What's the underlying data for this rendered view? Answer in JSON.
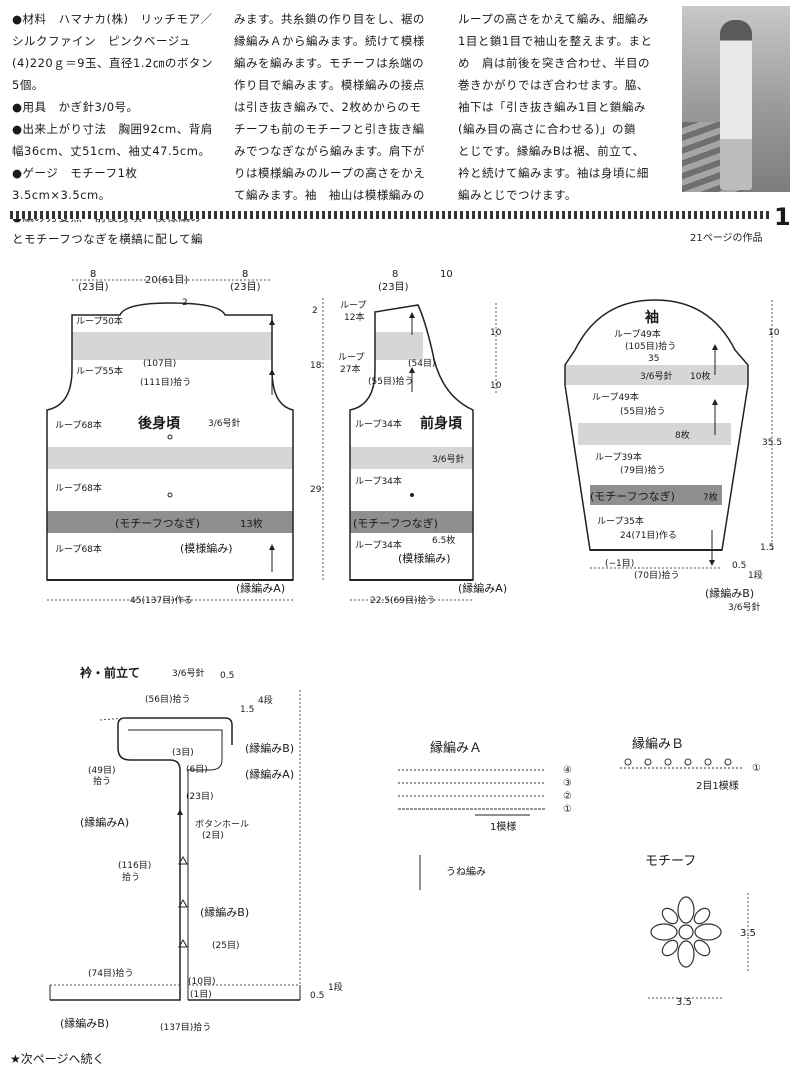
{
  "text_columns": {
    "col1": [
      "●材料　ハマナカ(株)　リッチモア／",
      "シルクファイン　ピンクベージュ",
      "(4)220ｇ＝9玉、直径1.2㎝のボタン5個。",
      "●用具　かぎ針3/0号。",
      "●出来上がり寸法　胸囲92cm、背肩",
      "幅36cm、丈51cm、袖丈47.5cm。",
      "●ゲージ　モチーフ1枚3.5cm×3.5cm。",
      "●編み方要点　前後身頃　模様編み",
      "とモチーフつなぎを横縞に配して編"
    ],
    "col2": [
      "みます。共糸鎖の作り目をし、裾の",
      "縁編みＡから編みます。続けて模様",
      "編みを編みます。モチーフは糸端の",
      "作り目で編みます。模様編みの接点",
      "は引き抜き編みで、2枚めからのモ",
      "チーフも前のモチーフと引き抜き編",
      "みでつなぎながら編みます。肩下が",
      "りは模様編みのループの高さをかえ",
      "て編みます。袖　袖山は模様編みの"
    ],
    "col3": [
      "ループの高さをかえて編み、細編み",
      "1目と鎖1目で袖山を整えます。まと",
      "め　肩は前後を突き合わせ、半目の",
      "巻きかがりではぎ合わせます。脇、",
      "袖下は「引き抜き編み1目と鎖編み",
      "(編み目の高さに合わせる)」の鎖",
      "とじです。縁編みBは裾、前立て、",
      "衿と続けて編みます。袖は身頃に細",
      "編みとじでつけます。"
    ]
  },
  "header": {
    "page_number": "1",
    "works_label": "21ページの作品"
  },
  "back": {
    "title": "後身頃",
    "needle": "3/6号針",
    "top_dims": [
      "8",
      "(23目)",
      "20(61目)",
      "8",
      "(23目)"
    ],
    "neck": "2",
    "loops": [
      "ループ50本",
      "ループ55本",
      "ループ68本",
      "ループ68本",
      "ループ68本"
    ],
    "counts": [
      "(107目)",
      "(111目)拾う"
    ],
    "motif": "(モチーフつなぎ)",
    "motif_count": "13枚",
    "pattern": "(模様編み)",
    "edging": "(縁編みA)",
    "bottom": "45(137目)作る",
    "heights": [
      "2",
      "18",
      "29"
    ]
  },
  "front": {
    "title": "前身頃",
    "needle": "3/6号針",
    "top_dims": [
      "8",
      "(23目)",
      "10"
    ],
    "loops": [
      "ループ",
      "12本",
      "ループ",
      "27本",
      "ループ34本",
      "ループ34本",
      "ループ34本"
    ],
    "counts": [
      "(54目)",
      "(55目)拾う"
    ],
    "motif": "(モチーフつなぎ)",
    "motif_count": "6.5枚",
    "pattern": "(模様編み)",
    "edging": "(縁編みA)",
    "bottom": "22.5(69目)拾う",
    "heights": [
      "10",
      "10"
    ]
  },
  "sleeve": {
    "title": "袖",
    "loops": [
      "ループ49本",
      "ループ49本",
      "ループ39本",
      "ループ35本"
    ],
    "counts": [
      "(105目)拾う",
      "35",
      "(55目)拾う",
      "(79目)拾う",
      "24(71目)作る",
      "(−1目)",
      "(70目)拾う"
    ],
    "stripes": [
      "3/6号針",
      "10枚",
      "8枚"
    ],
    "motif": "(モチーフつなぎ)",
    "motif_count": "7枚",
    "edging": "(縁編みB)",
    "needle": "3/6号針",
    "dims": [
      "10",
      "35.5",
      "1.5",
      "0.5",
      "1段"
    ]
  },
  "collar": {
    "title": "衿・前立て",
    "needle": "3/6号針",
    "labels": [
      "0.5",
      "(56目)拾う",
      "1.5",
      "4段",
      "(3目)",
      "(縁編みB)",
      "(49目)",
      "拾う",
      "(6目)",
      "(縁編みA)",
      "(23目)",
      "(縁編みA)",
      "ボタンホール",
      "(2目)",
      "(116目)",
      "拾う",
      "(縁編みB)",
      "(25目)",
      "(74目)拾う",
      "(10目)",
      "(1目)",
      "0.5",
      "1段",
      "(縁編みB)",
      "(137目)拾う"
    ]
  },
  "edging_a": {
    "title": "縁編みＡ",
    "rows": [
      "④",
      "③",
      "②",
      "①"
    ],
    "repeat": "1模様",
    "note": "うね編み"
  },
  "edging_b": {
    "title": "縁編みＢ",
    "row": "①",
    "repeat": "2目1模様"
  },
  "motif": {
    "title": "モチーフ",
    "size_w": "3.5",
    "size_h": "3.5"
  },
  "footer": "★次ページへ続く"
}
